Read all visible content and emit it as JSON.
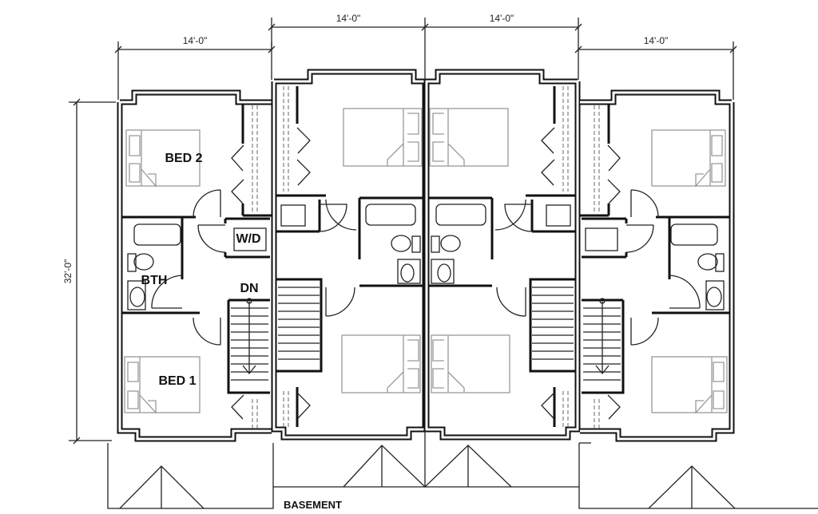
{
  "dimensions": {
    "unit1_width": "14'-0\"",
    "unit2_width": "14'-0\"",
    "unit3_width": "14'-0\"",
    "unit4_width": "14'-0\"",
    "depth": "32'-0\""
  },
  "rooms": {
    "bed2": "BED 2",
    "laundry": "W/D",
    "bath": "BTH",
    "stairs_down": "DN",
    "bed1": "BED 1",
    "basement": "BASEMENT"
  }
}
